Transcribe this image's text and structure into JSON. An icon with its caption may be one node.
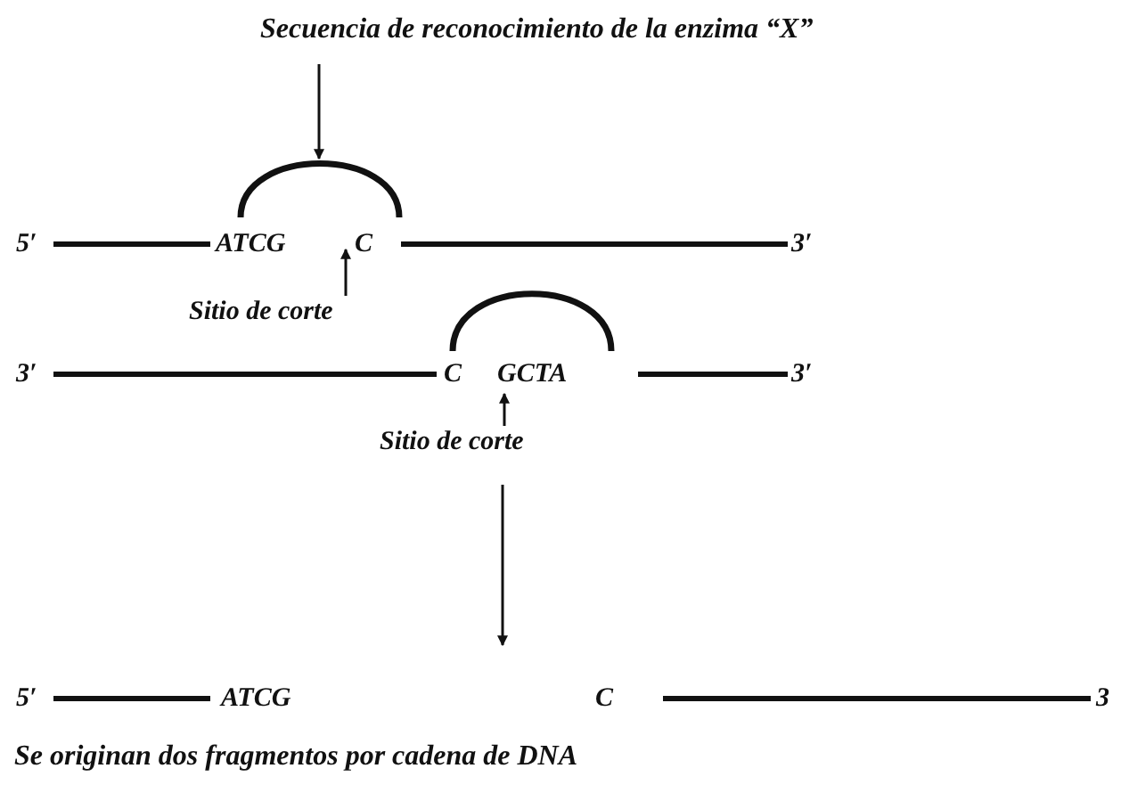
{
  "diagram": {
    "caption": "Se originan dos fragmentos por cadena de DNA",
    "nodes": [
      {
        "text": [
          "Secuencia de reconocimiento de la enzima “X”"
        ]
      },
      {
        "text": [],
        "shape": "arc"
      },
      {
        "text": [
          "Sitio de corte"
        ]
      },
      {
        "text": [],
        "shape": "arc"
      },
      {
        "text": [
          "Sitio de corte"
        ]
      }
    ],
    "edges": [
      {
        "from": 0,
        "to": 1,
        "arrow": "to"
      },
      {
        "from": 2,
        "to": 1,
        "arrow": "to"
      },
      {
        "from": 4,
        "to": 3,
        "arrow": "to"
      }
    ],
    "labels": [
      "5′",
      "ATCG",
      "C",
      "3′",
      "3′",
      "C",
      "GCTA",
      "3′",
      "5′",
      "ATCG",
      "C",
      "3"
    ]
  }
}
